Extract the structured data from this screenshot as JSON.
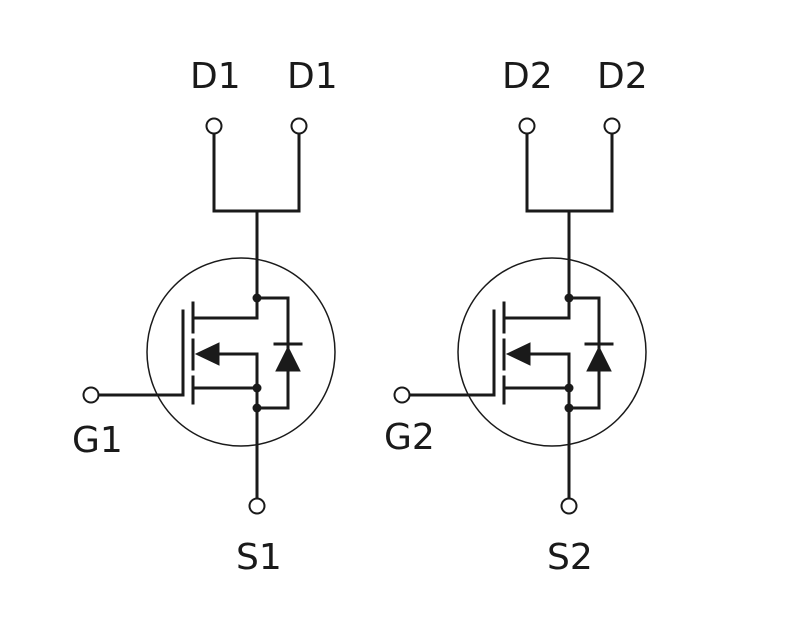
{
  "labels": {
    "d1_left": "D1",
    "d1_right": "D1",
    "d2_left": "D2",
    "d2_right": "D2",
    "g1": "G1",
    "g2": "G2",
    "s1": "S1",
    "s2": "S2"
  },
  "colors": {
    "ink": "#1a1a1a",
    "background": "#ffffff"
  }
}
